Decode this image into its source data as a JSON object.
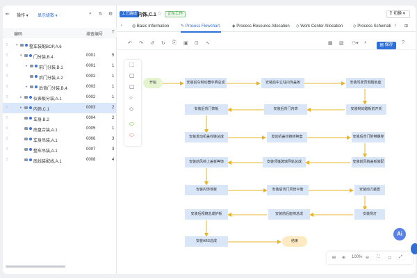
{
  "toolbar_left": {
    "ops_label": "操作",
    "display_label": "显示级数"
  },
  "tree": {
    "col_code": "编码",
    "col_num": "排查编号",
    "col_extra": "T",
    "rows": [
      {
        "label": "整车装配BOP,A.6",
        "num": "",
        "extra": ""
      },
      {
        "label": "门分装,B.4",
        "num": "0001",
        "extra": "5"
      },
      {
        "label": "前门分装,B.1",
        "num": "0001",
        "extra": "1"
      },
      {
        "label": "后门分装,A.2",
        "num": "0002",
        "extra": "1"
      },
      {
        "label": "后背门分装,B.4",
        "num": "0003",
        "extra": "1"
      },
      {
        "label": "仪表板分装,A.1",
        "num": "0002",
        "extra": "1"
      },
      {
        "label": "内饰,C.1",
        "num": "0003",
        "extra": "2"
      },
      {
        "label": "车身,B.2",
        "num": "0004",
        "extra": "2"
      },
      {
        "label": "底盘合装,A.1",
        "num": "0005",
        "extra": "1"
      },
      {
        "label": "车身吊装,A.1",
        "num": "0006",
        "extra": "3"
      },
      {
        "label": "整车吊装,A.1",
        "num": "0007",
        "extra": "3"
      },
      {
        "label": "底线装配线,A.1",
        "num": "0008",
        "extra": "4"
      }
    ]
  },
  "header": {
    "type_badge": "工艺路线",
    "title": "内饰,C.1",
    "status": "正在工作",
    "right_select": "切换"
  },
  "tabs": [
    "Basic Information",
    "Process Flowchart",
    "Process Resource Allocation",
    "Work Center Allocation",
    "Process Schemati"
  ],
  "save_label": "保存",
  "flow": {
    "start": "开始",
    "end": "结束",
    "nodes": [
      "安装前车制动器手柄总成",
      "安装后中立柱内饰盖板",
      "安装驾驶员侧踏板座",
      "安装后背门饰板",
      "安装后背门内饰",
      "安装制动踏板前开关",
      "安装发动机盖铰链总成",
      "发动机盖铰链转换套",
      "安装后背门附带螺栓",
      "安装前风挡上盖板等饰",
      "安装顶篷玻璃导轨总成",
      "安装前风挡盖板装配",
      "安装内饰地板",
      "安装后背门风管平衡",
      "安装动力装置",
      "安装后视镜总成护板",
      "安装前后座椅总成",
      "安装侧灯",
      "安装ABS总成"
    ]
  },
  "zoom": {
    "level": "100%"
  },
  "ai_label": "Ai"
}
